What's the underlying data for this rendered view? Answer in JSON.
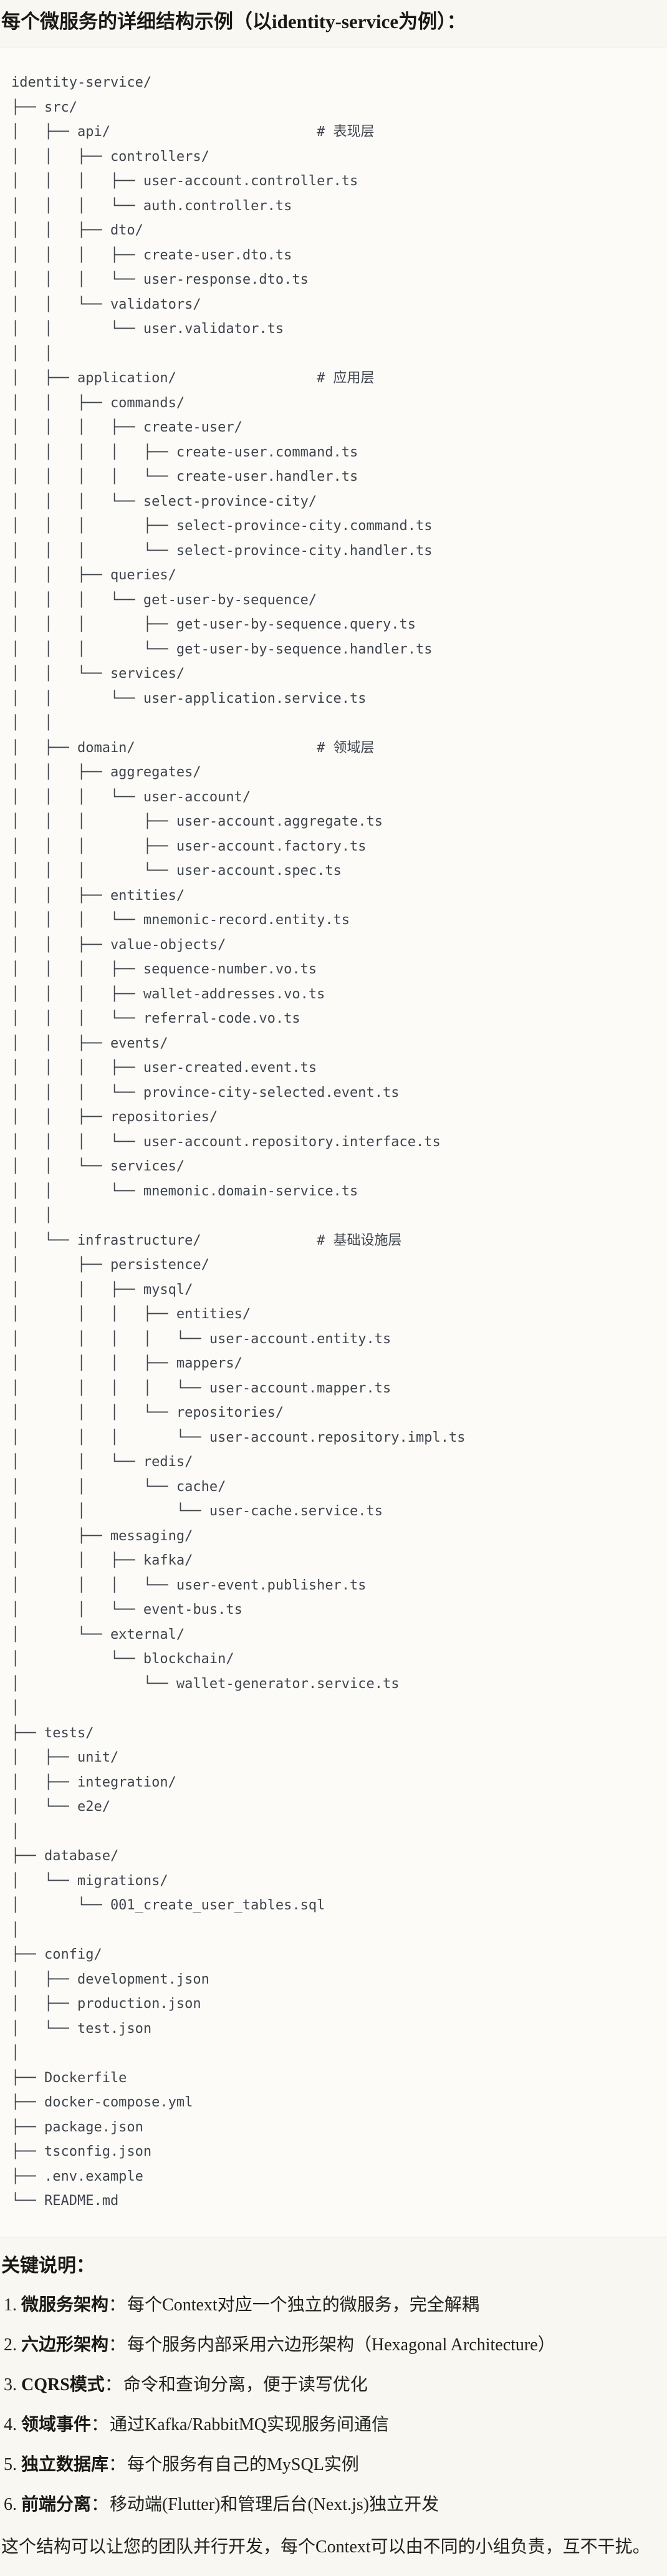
{
  "page": {
    "title": "每个微服务的详细结构示例（以identity-service为例）："
  },
  "tree": {
    "lines": [
      "identity-service/",
      "├── src/",
      "│   ├── api/                         # 表现层",
      "│   │   ├── controllers/",
      "│   │   │   ├── user-account.controller.ts",
      "│   │   │   └── auth.controller.ts",
      "│   │   ├── dto/",
      "│   │   │   ├── create-user.dto.ts",
      "│   │   │   └── user-response.dto.ts",
      "│   │   └── validators/",
      "│   │       └── user.validator.ts",
      "│   │",
      "│   ├── application/                 # 应用层",
      "│   │   ├── commands/",
      "│   │   │   ├── create-user/",
      "│   │   │   │   ├── create-user.command.ts",
      "│   │   │   │   └── create-user.handler.ts",
      "│   │   │   └── select-province-city/",
      "│   │   │       ├── select-province-city.command.ts",
      "│   │   │       └── select-province-city.handler.ts",
      "│   │   ├── queries/",
      "│   │   │   └── get-user-by-sequence/",
      "│   │   │       ├── get-user-by-sequence.query.ts",
      "│   │   │       └── get-user-by-sequence.handler.ts",
      "│   │   └── services/",
      "│   │       └── user-application.service.ts",
      "│   │",
      "│   ├── domain/                      # 领域层",
      "│   │   ├── aggregates/",
      "│   │   │   └── user-account/",
      "│   │   │       ├── user-account.aggregate.ts",
      "│   │   │       ├── user-account.factory.ts",
      "│   │   │       └── user-account.spec.ts",
      "│   │   ├── entities/",
      "│   │   │   └── mnemonic-record.entity.ts",
      "│   │   ├── value-objects/",
      "│   │   │   ├── sequence-number.vo.ts",
      "│   │   │   ├── wallet-addresses.vo.ts",
      "│   │   │   └── referral-code.vo.ts",
      "│   │   ├── events/",
      "│   │   │   ├── user-created.event.ts",
      "│   │   │   └── province-city-selected.event.ts",
      "│   │   ├── repositories/",
      "│   │   │   └── user-account.repository.interface.ts",
      "│   │   └── services/",
      "│   │       └── mnemonic.domain-service.ts",
      "│   │",
      "│   └── infrastructure/              # 基础设施层",
      "│       ├── persistence/",
      "│       │   ├── mysql/",
      "│       │   │   ├── entities/",
      "│       │   │   │   └── user-account.entity.ts",
      "│       │   │   ├── mappers/",
      "│       │   │   │   └── user-account.mapper.ts",
      "│       │   │   └── repositories/",
      "│       │   │       └── user-account.repository.impl.ts",
      "│       │   └── redis/",
      "│       │       └── cache/",
      "│       │           └── user-cache.service.ts",
      "│       ├── messaging/",
      "│       │   ├── kafka/",
      "│       │   │   └── user-event.publisher.ts",
      "│       │   └── event-bus.ts",
      "│       └── external/",
      "│           └── blockchain/",
      "│               └── wallet-generator.service.ts",
      "│",
      "├── tests/",
      "│   ├── unit/",
      "│   ├── integration/",
      "│   └── e2e/",
      "│",
      "├── database/",
      "│   └── migrations/",
      "│       └── 001_create_user_tables.sql",
      "│",
      "├── config/",
      "│   ├── development.json",
      "│   ├── production.json",
      "│   └── test.json",
      "│",
      "├── Dockerfile",
      "├── docker-compose.yml",
      "├── package.json",
      "├── tsconfig.json",
      "├── .env.example",
      "└── README.md"
    ]
  },
  "notes": {
    "heading": "关键说明：",
    "colon": "：",
    "items": [
      {
        "num": "1.",
        "term": "微服务架构",
        "desc": "每个Context对应一个独立的微服务，完全解耦"
      },
      {
        "num": "2.",
        "term": "六边形架构",
        "desc": "每个服务内部采用六边形架构（Hexagonal Architecture）"
      },
      {
        "num": "3.",
        "term": "CQRS模式",
        "desc": "命令和查询分离，便于读写优化"
      },
      {
        "num": "4.",
        "term": "领域事件",
        "desc": "通过Kafka/RabbitMQ实现服务间通信"
      },
      {
        "num": "5.",
        "term": "独立数据库",
        "desc": "每个服务有自己的MySQL实例"
      },
      {
        "num": "6.",
        "term": "前端分离",
        "desc": "移动端(Flutter)和管理后台(Next.js)独立开发"
      }
    ],
    "footer": "这个结构可以让您的团队并行开发，每个Context可以由不同的小组负责，互不干扰。"
  },
  "colors": {
    "page_bg": "#F8F7F2",
    "code_bg": "#FCFBF8",
    "code_border": "#E7E4DD",
    "tree_text": "#3F444C",
    "heading_text": "#1A1915",
    "body_text": "#21211D"
  }
}
